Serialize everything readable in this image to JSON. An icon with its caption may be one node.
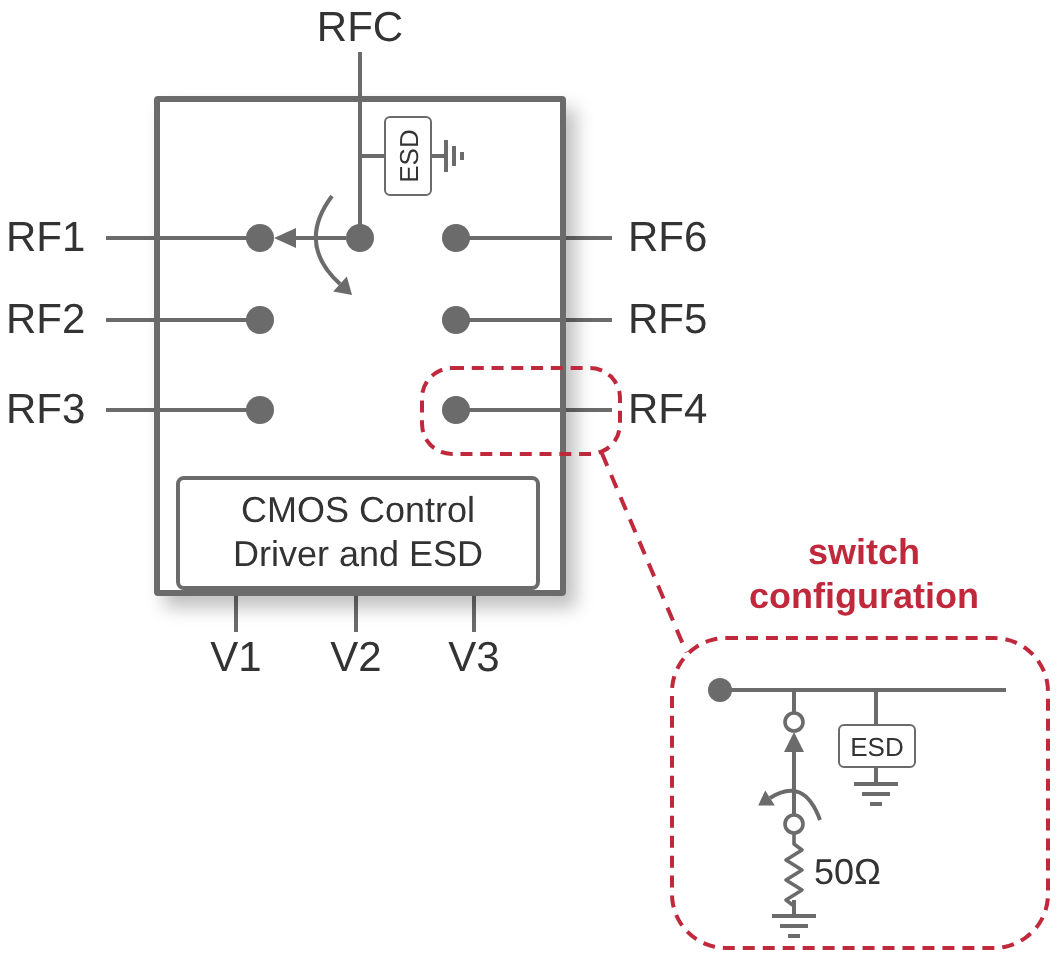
{
  "diagram": {
    "nodes": [
      {
        "text": [],
        "shape": "box"
      },
      {
        "text": [
          "ESD"
        ],
        "in": 0
      },
      {
        "text": [],
        "shape": "box"
      },
      {
        "text": [
          "CMOS Control Driver and ESD"
        ],
        "in": 0
      },
      {
        "text": [
          "switch configuration"
        ]
      },
      {
        "text": [
          "ESD"
        ],
        "in": 4
      }
    ],
    "edges": [
      {
        "from": 2,
        "to": 4,
        "arrow": "none",
        "style": "dashed",
        "color": "#c0283c"
      }
    ],
    "labels": [
      "RFC",
      "RF1",
      "RF6",
      "RF2",
      "RF5",
      "RF3",
      "RF4",
      "V1",
      "V2",
      "V3",
      "50Ω"
    ]
  }
}
